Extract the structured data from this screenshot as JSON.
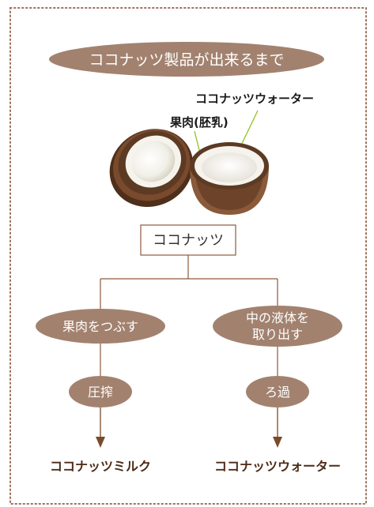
{
  "title": "ココナッツ製品が出来るまで",
  "labels": {
    "pulp": "果肉(胚乳)",
    "water": "ココナッツウォーター"
  },
  "root": "ココナッツ",
  "branches": [
    {
      "step": "果肉をつぶす",
      "process": "圧搾",
      "product": "ココナッツミルク"
    },
    {
      "step_line1": "中の液体を",
      "step_line2": "取り出す",
      "process": "ろ過",
      "product": "ココナッツウォーター"
    }
  ],
  "colors": {
    "border_dots": "#a0705a",
    "oval_fill": "#a2826f",
    "oval_text": "#ffffff",
    "line": "#8c5a3e",
    "arrow": "#7a4a2a",
    "box_border": "#8c5a3e",
    "box_text": "#333333",
    "label_text": "#1a1a1a",
    "leader_line": "#8fc31f",
    "product_text": "#4d2b17",
    "shell_dark": "#5c3a23",
    "shell_brown": "#8a5a3a",
    "flesh": "#f5f3ec"
  }
}
